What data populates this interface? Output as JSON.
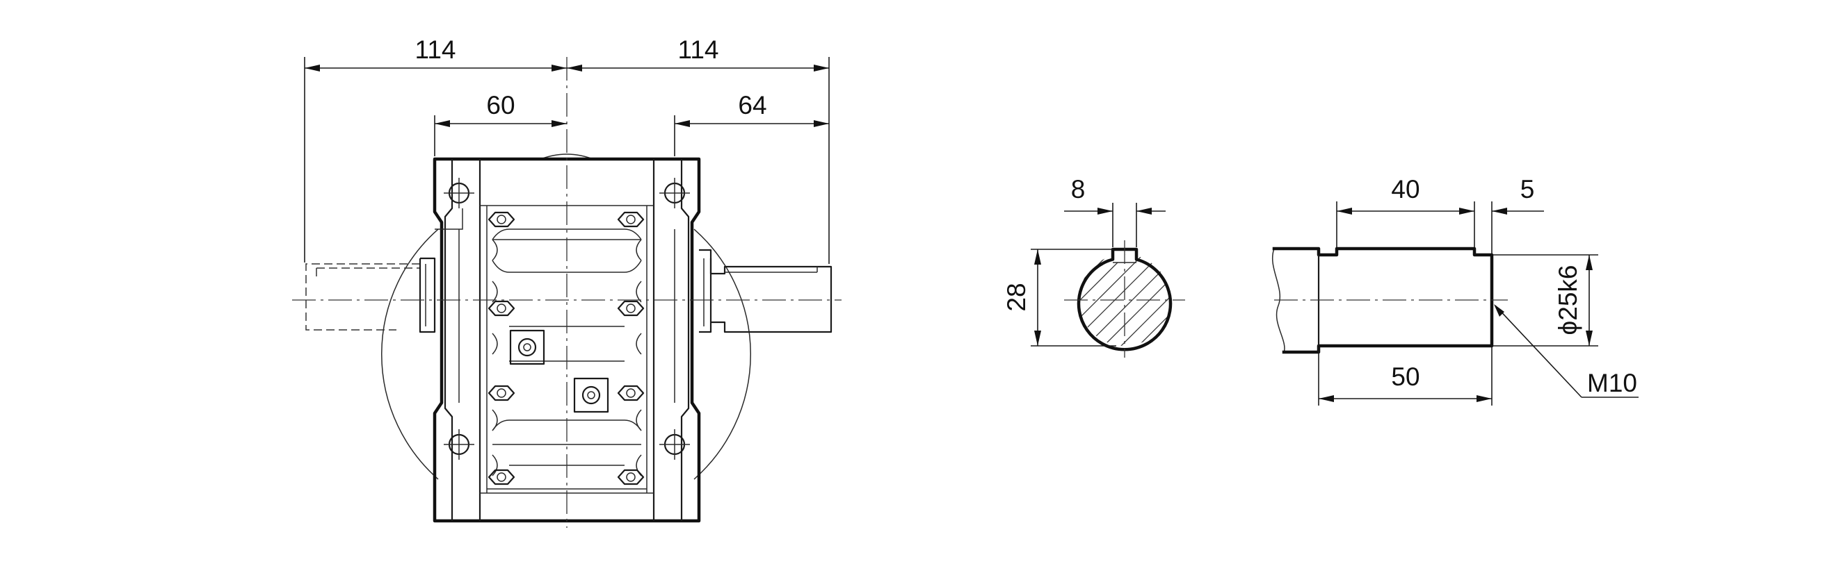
{
  "views": {
    "front": {
      "dimensions": {
        "overall_left": "114",
        "overall_right": "114",
        "flange_left": "60",
        "flange_right": "64"
      }
    },
    "shaft_section": {
      "dimensions": {
        "key_width": "8",
        "key_height": "28"
      }
    },
    "shaft_side": {
      "dimensions": {
        "key_length": "40",
        "key_offset": "5",
        "diameter": "ϕ25k6",
        "shaft_length": "50",
        "thread": "M10"
      }
    }
  }
}
